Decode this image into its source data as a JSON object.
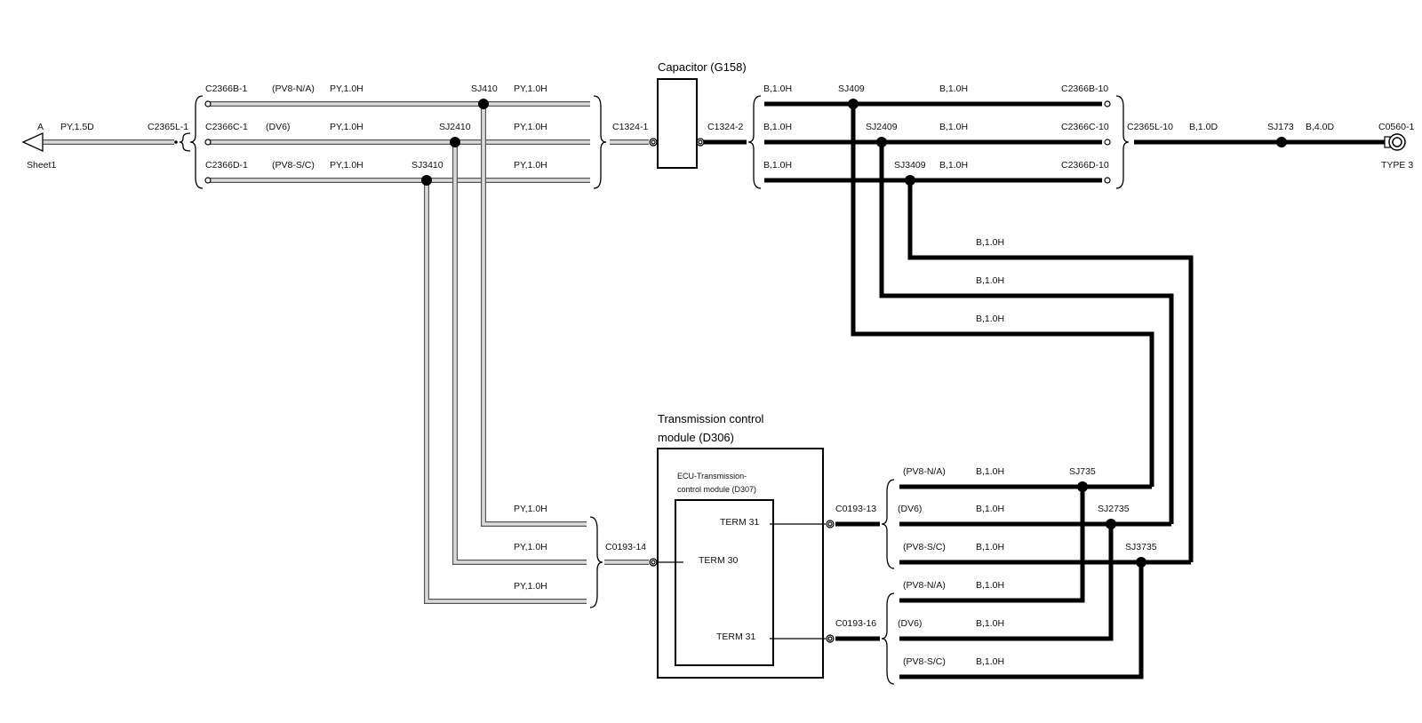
{
  "connector_a": {
    "letter": "A",
    "wire": "PY,1.5D",
    "sheet": "Sheet1"
  },
  "c2365l_1": "C2365L-1",
  "left_rows": [
    {
      "connector": "C2366B-1",
      "variant": "(PV8-N/A)",
      "wire_a": "PY,1.0H",
      "splice": "SJ410",
      "wire_b": "PY,1.0H"
    },
    {
      "connector": "C2366C-1",
      "variant": "(DV6)",
      "wire_a": "PY,1.0H",
      "splice": "SJ2410",
      "wire_b": "PY,1.0H"
    },
    {
      "connector": "C2366D-1",
      "variant": "(PV8-S/C)",
      "wire_a": "PY,1.0H",
      "splice": "SJ3410",
      "wire_b": "PY,1.0H"
    }
  ],
  "c1324_1": "C1324-1",
  "capacitor": {
    "title": "Capacitor (G158)"
  },
  "c1324_2": "C1324-2",
  "right_rows": [
    {
      "wire_a": "B,1.0H",
      "splice": "SJ409",
      "wire_b": "B,1.0H",
      "connector": "C2366B-10"
    },
    {
      "wire_a": "B,1.0H",
      "splice": "SJ2409",
      "wire_b": "B,1.0H",
      "connector": "C2366C-10"
    },
    {
      "wire_a": "B,1.0H",
      "splice": "SJ3409",
      "wire_b": "B,1.0H",
      "connector": "C2366D-10"
    }
  ],
  "c2365l_10": "C2365L-10",
  "wire_10d": "B,1.0D",
  "sj173": "SJ173",
  "wire_40d": "B,4.0D",
  "c0560": {
    "label": "C0560-1",
    "type": "TYPE 3"
  },
  "return_wires": [
    "B,1.0H",
    "B,1.0H",
    "B,1.0H"
  ],
  "tcm": {
    "title_line1": "Transmission control",
    "title_line2": "module (D306)",
    "ecu_line1": "ECU-Transmission-",
    "ecu_line2": "control module (D307)",
    "term31_top": "TERM 31",
    "term30": "TERM 30",
    "term31_bottom": "TERM 31"
  },
  "lower_left_wires": [
    "PY,1.0H",
    "PY,1.0H",
    "PY,1.0H"
  ],
  "c0193_14": "C0193-14",
  "c0193_13": "C0193-13",
  "c0193_16": "C0193-16",
  "lower_right_rows_13": [
    {
      "variant": "(PV8-N/A)",
      "wire": "B,1.0H",
      "splice": "SJ735"
    },
    {
      "variant": "(DV6)",
      "wire": "B,1.0H",
      "splice": "SJ2735"
    },
    {
      "variant": "(PV8-S/C)",
      "wire": "B,1.0H",
      "splice": "SJ3735"
    }
  ],
  "lower_right_rows_16": [
    {
      "variant": "(PV8-N/A)",
      "wire": "B,1.0H"
    },
    {
      "variant": "(DV6)",
      "wire": "B,1.0H"
    },
    {
      "variant": "(PV8-S/C)",
      "wire": "B,1.0H"
    }
  ]
}
